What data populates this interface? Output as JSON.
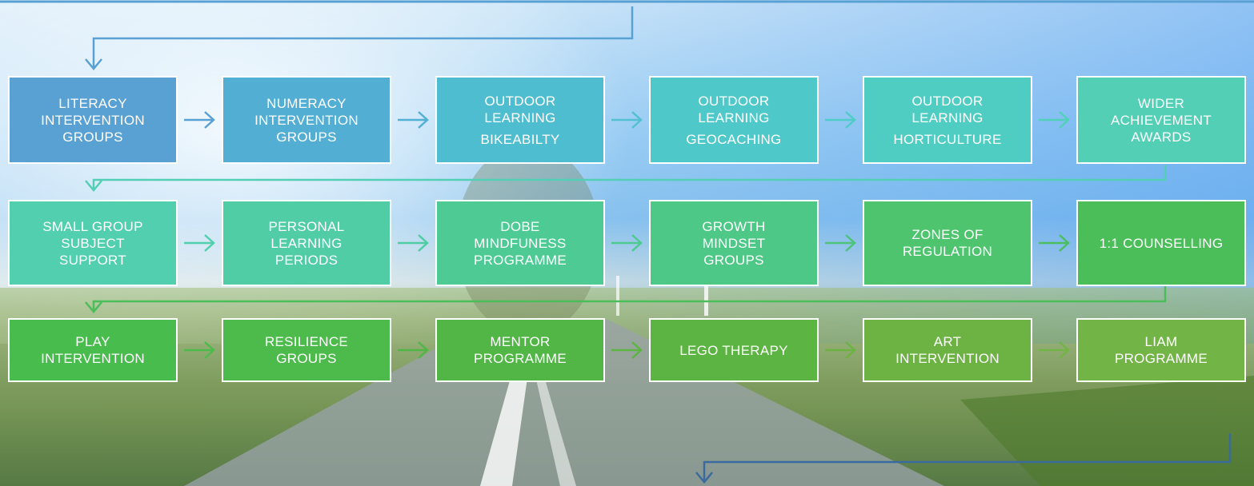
{
  "colors": {
    "row1": [
      "#5aa1d3",
      "#52aed3",
      "#4fbdd0",
      "#4fc8c9",
      "#50cdc2",
      "#52cfb4"
    ],
    "row2": [
      "#52cfae",
      "#50cda4",
      "#4ecb95",
      "#4ec886",
      "#4ec46f",
      "#4bbe5a"
    ],
    "row3": [
      "#49bc4e",
      "#4dbb4b",
      "#52b647",
      "#5cb442",
      "#6cb343",
      "#73b447"
    ],
    "arrow_row1": [
      "#5aa1d3",
      "#52b0d5",
      "#52c0d0",
      "#50ccc6",
      "#52d0b8"
    ],
    "arrow_row2": [
      "#52cfae",
      "#50cda2",
      "#4ec990",
      "#4ec47a",
      "#4bbe62"
    ],
    "arrow_row3": [
      "#4dbb4b",
      "#52b647",
      "#5cb442",
      "#6cb343",
      "#73b447"
    ]
  },
  "rows": [
    [
      {
        "name": "literacy",
        "label": "LITERACY\nINTERVENTION\nGROUPS",
        "sub": ""
      },
      {
        "name": "numeracy",
        "label": "NUMERACY\nINTERVENTION\nGROUPS",
        "sub": ""
      },
      {
        "name": "outdoor-bikeability",
        "label": "OUTDOOR\nLEARNING",
        "sub": "BIKEABILTY"
      },
      {
        "name": "outdoor-geocaching",
        "label": "OUTDOOR\nLEARNING",
        "sub": "GEOCACHING"
      },
      {
        "name": "outdoor-horticulture",
        "label": "OUTDOOR\nLEARNING",
        "sub": "HORTICULTURE"
      },
      {
        "name": "wider-achievement",
        "label": "WIDER\nACHIEVEMENT\nAWARDS",
        "sub": ""
      }
    ],
    [
      {
        "name": "small-group-support",
        "label": "SMALL GROUP\nSUBJECT\nSUPPORT",
        "sub": ""
      },
      {
        "name": "personal-learning",
        "label": "PERSONAL\nLEARNING\nPERIODS",
        "sub": ""
      },
      {
        "name": "dobe-mindfulness",
        "label": "DOBE\nMINDFUNESS\nPROGRAMME",
        "sub": ""
      },
      {
        "name": "growth-mindset",
        "label": "GROWTH\nMINDSET\nGROUPS",
        "sub": ""
      },
      {
        "name": "zones-of-regulation",
        "label": "ZONES OF\nREGULATION",
        "sub": ""
      },
      {
        "name": "counselling",
        "label": "1:1 COUNSELLING",
        "sub": ""
      }
    ],
    [
      {
        "name": "play-intervention",
        "label": "PLAY\nINTERVENTION",
        "sub": ""
      },
      {
        "name": "resilience-groups",
        "label": "RESILIENCE\nGROUPS",
        "sub": ""
      },
      {
        "name": "mentor-programme",
        "label": "MENTOR\nPROGRAMME",
        "sub": ""
      },
      {
        "name": "lego-therapy",
        "label": "LEGO THERAPY",
        "sub": ""
      },
      {
        "name": "art-intervention",
        "label": "ART\nINTERVENTION",
        "sub": ""
      },
      {
        "name": "liam-programme",
        "label": "LIAM\nPROGRAMME",
        "sub": ""
      }
    ]
  ]
}
